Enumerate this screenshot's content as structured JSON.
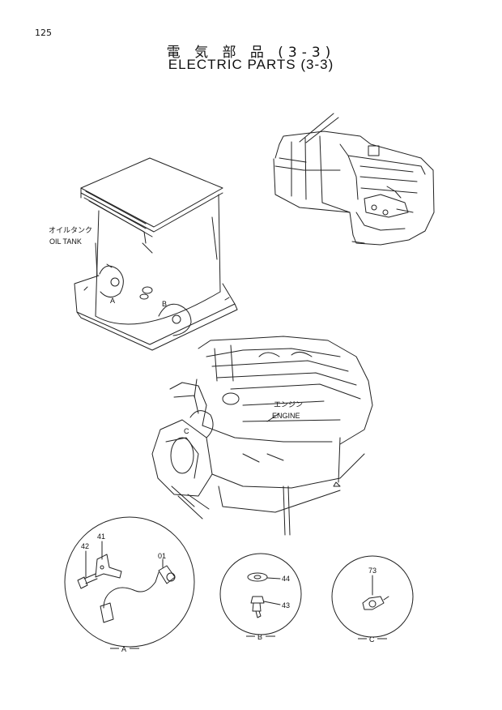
{
  "page": {
    "number": "125"
  },
  "title": {
    "japanese": "電 気 部 品 (3-3)",
    "english": "ELECTRIC PARTS (3-3)"
  },
  "labels": {
    "oil_tank_jp": "オイルタンク",
    "oil_tank_en": "OIL TANK",
    "engine_jp": "エンジン",
    "engine_en": "ENGINE",
    "point_a": "A",
    "point_b": "B",
    "point_c": "C"
  },
  "details": {
    "a": {
      "label": "A",
      "parts": [
        "42",
        "41",
        "01"
      ]
    },
    "b": {
      "label": "B",
      "parts": [
        "44",
        "43"
      ]
    },
    "c": {
      "label": "C",
      "parts": [
        "73"
      ]
    }
  }
}
